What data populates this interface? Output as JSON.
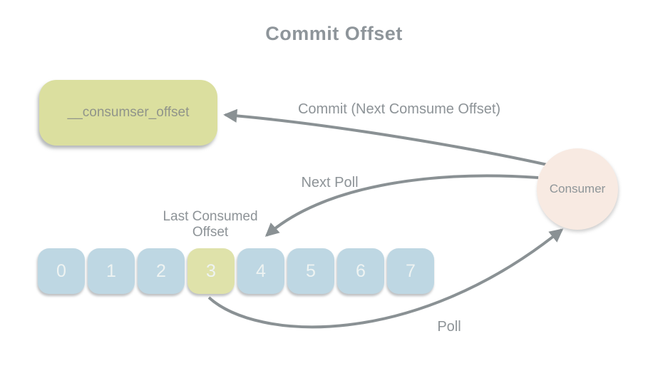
{
  "title": "Commit Offset",
  "colors": {
    "background": "#ffffff",
    "title_text": "#8e959a",
    "label_text": "#8d9397",
    "arrow": "#8a9194",
    "offset_store_fill": "#dbdf9f",
    "offset_store_text": "#90948a",
    "consumer_fill": "#f8eae2",
    "consumer_text": "#8e9598",
    "partition_blue": "#bed7e3",
    "partition_yellow": "#dfe2aa",
    "partition_number_text": "#eef3f2"
  },
  "offset_store": {
    "label": "__consumser_offset"
  },
  "consumer": {
    "label": "Consumer"
  },
  "arrows": {
    "commit": {
      "label": "Commit (Next Comsume Offset)"
    },
    "next_poll": {
      "label": "Next Poll"
    },
    "poll": {
      "label": "Poll"
    }
  },
  "partition": {
    "annotation": "Last Consumed Offset",
    "cells": [
      {
        "value": "0",
        "highlighted": false
      },
      {
        "value": "1",
        "highlighted": false
      },
      {
        "value": "2",
        "highlighted": false
      },
      {
        "value": "3",
        "highlighted": true
      },
      {
        "value": "4",
        "highlighted": false
      },
      {
        "value": "5",
        "highlighted": false
      },
      {
        "value": "6",
        "highlighted": false
      },
      {
        "value": "7",
        "highlighted": false
      }
    ]
  }
}
